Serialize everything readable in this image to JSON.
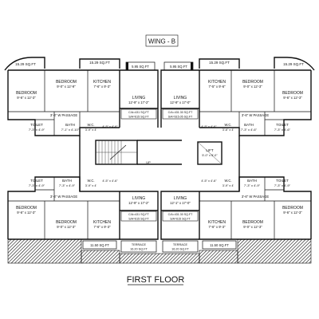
{
  "wing_title": "WING - B",
  "floor_title": "FIRST FLOOR",
  "balconies": {
    "top_far_left": "15.29 SQ.FT",
    "top_inner_left": "15.29 SQ.FT",
    "top_center_left": "5.95 SQ.FT",
    "top_center_right": "5.95 SQ.FT",
    "top_inner_right": "15.29 SQ.FT",
    "top_far_right": "15.29 SQ.FT",
    "bottom_left": "11.50 SQ.FT",
    "bottom_right": "11.50 SQ.FT"
  },
  "rooms": {
    "top_left": {
      "bedroom1": "BEDROOM",
      "bedroom1_dim": "9'-6\" x 12'-3\"",
      "bedroom2": "BEDROOM",
      "bedroom2_dim": "9'-0\" x 12'-9\"",
      "kitchen": "KITCHEN",
      "kitchen_dim": "7'-6\" x 9'-3\"",
      "toilet": "TOILET",
      "toilet_dim": "7'-3\" x 4'-9\"",
      "bath": "BATH",
      "bath_dim": "7'-1\" x 4'-10\"",
      "wc": "W.C.",
      "wc_dim": "3'-9\" x 4'",
      "passage": "3'-6\" W PASSAGE",
      "dry": "4'-5\" x 4'-6\""
    },
    "top_right": {
      "bedroom1": "BEDROOM",
      "bedroom1_dim": "9'-6\" x 12'-3\"",
      "bedroom2": "BEDROOM",
      "bedroom2_dim": "9'-0\" x 12'-3\"",
      "kitchen": "KITCHEN",
      "kitchen_dim": "7'-5\" x 9'-6\"",
      "toilet": "TOILET",
      "toilet_dim": "7'-3\" x 4'-6\"",
      "bath": "BATH",
      "bath_dim": "7'-3\" x 4'-6\"",
      "wc": "W.C.",
      "wc_dim": "3'-6\" x 4'",
      "passage": "3'-6\" W PASSAGE",
      "dry": "4'-5\" x 4'-6\""
    },
    "bottom_left": {
      "bedroom1": "BEDROOM",
      "bedroom1_dim": "9'-6\" x 12'-3\"",
      "bedroom2": "BEDROOM",
      "bedroom2_dim": "9'-0\" x 12'-3\"",
      "kitchen": "KITCHEN",
      "kitchen_dim": "7'-6\" x 9'-3\"",
      "toilet": "TOILET",
      "toilet_dim": "7'-3\" x 4'-9\"",
      "bath": "BATH",
      "bath_dim": "7'-3\" x 4'-9\"",
      "wc": "W.C.",
      "wc_dim": "3'-9\" x 4'",
      "passage": "3'-6\" W PASSAGE",
      "dry": "4'-5\" x 4'-6\""
    },
    "bottom_right": {
      "bedroom1": "BEDROOM",
      "bedroom1_dim": "9'-6\" x 12'-3\"",
      "bedroom2": "BEDROOM",
      "bedroom2_dim": "9'-0\" x 12'-3\"",
      "kitchen": "KITCHEN",
      "kitchen_dim": "7'-6\" x 9'-3\"",
      "toilet": "TOILET",
      "toilet_dim": "7'-3\" x 4'-9\"",
      "bath": "BATH",
      "bath_dim": "7'-3\" x 4'-9\"",
      "wc": "W.C.",
      "wc_dim": "3'-9\" x 4'",
      "passage": "3'-6\" W PASSAGE",
      "dry": "4'-5\" x 4'-6\""
    }
  },
  "living": {
    "top_left": {
      "label": "LIVING",
      "dim": "12'-9\" x 17'-2\"",
      "area1": "C/A=431 SQ.FT",
      "area2": "S/A=615 SQ.FT"
    },
    "top_right": {
      "label": "LIVING",
      "dim": "12'-9\" x 17'-0\"",
      "area1": "C/A=431.30 SQ.FT",
      "area2": "S/A=615.05 SQ.FT"
    },
    "bottom_left": {
      "label": "LIVING",
      "dim": "12'-9\" x 17'-2\"",
      "area1": "C/A=431 SQ.FT",
      "area2": "S/A=615 SQ.FT"
    },
    "bottom_right": {
      "label": "LIVING",
      "dim": "12'-1\" x 17'-0\"",
      "area1": "C/A=431.30 SQ.FT",
      "area2": "S/A=615 SQ.FT"
    }
  },
  "core": {
    "lift_label": "LIFT",
    "lift_dim": "5'-0\" x 5'-0\"",
    "stair_label": "UP",
    "terrace_left": "TERRACE",
    "terrace_left_area": "16.20 SQ.FT",
    "terrace_right": "TERRACE",
    "terrace_right_area": "16.20 SQ.FT"
  }
}
